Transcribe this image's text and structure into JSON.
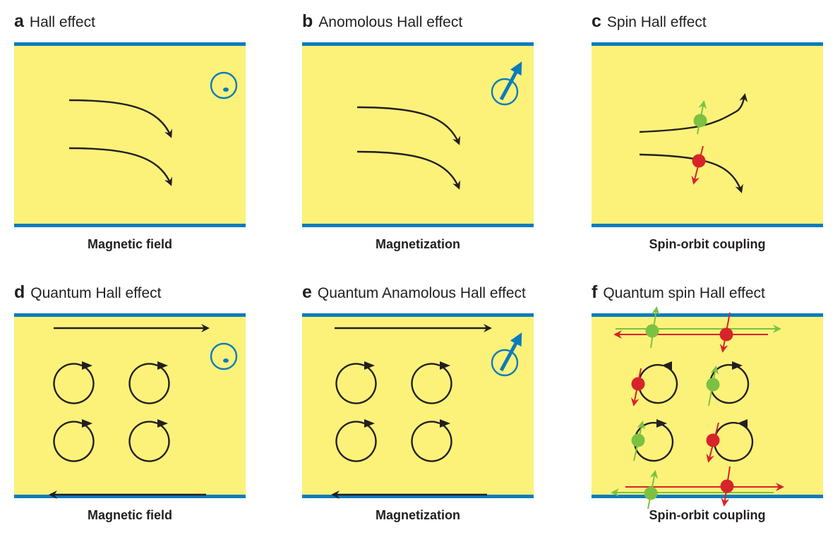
{
  "panels": [
    {
      "letter": "a",
      "title": "Hall effect",
      "caption": "Magnetic field"
    },
    {
      "letter": "b",
      "title": "Anomolous Hall effect",
      "caption": "Magnetization"
    },
    {
      "letter": "c",
      "title": "Spin Hall effect",
      "caption": "Spin-orbit coupling"
    },
    {
      "letter": "d",
      "title": "Quantum Hall effect",
      "caption": "Magnetic field"
    },
    {
      "letter": "e",
      "title": "Quantum Anamolous Hall effect",
      "caption": "Magnetization"
    },
    {
      "letter": "f",
      "title": "Quantum spin Hall effect",
      "caption": "Spin-orbit coupling"
    }
  ],
  "colors": {
    "sample": "#fcf27a",
    "edge": "#0a7bbd",
    "track": "#231f20",
    "spin_up": "#7cc142",
    "spin_down": "#d7242a"
  }
}
